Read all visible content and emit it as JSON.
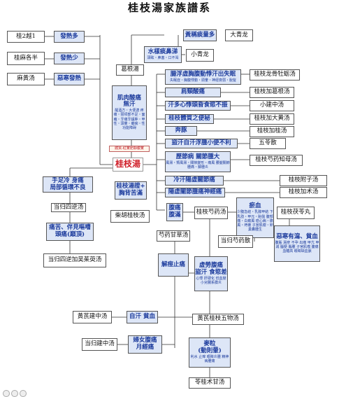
{
  "title": "桂枝湯家族譜系",
  "center": "桂枝湯",
  "center_note": "體質:紅實肥靜腹實",
  "nodes": {
    "guizhi2yue1": "桂2越1",
    "fahanduo": "發熱多",
    "guimaban": "桂麻各半",
    "fahanshao": "發熱少",
    "mahuangtang": "麻黃汤",
    "wuhanfare": "惡寒發熱",
    "huangqin": "黃稱痰量多",
    "daqinglong": "大青龙",
    "shuiyang_h": "水樣痰鼻涕",
    "shuiyang_s": "頭眩・鼻塞・口不渴",
    "xiaoqinglong": "小青龙",
    "gegentang": "葛根湯",
    "jirou_h": "肌肉酸痛",
    "jirou_h2": "無汗",
    "jirou_s": "醒酒方・大便溏 疼痛・頸項部不足・面瘫・牙痛牙龈肿・甲性・頭暈・癫痫・性功能障碍",
    "xiongbi_h": "腸浮虛胸腹動悸汗出失眠",
    "xiongbi_s": "失眠症・胸腹悸動・頭暈・神經衰弱・脫髮",
    "longgu": "桂枝龙骨牡蛎汤",
    "jianbei": "肩頸酸痛",
    "gejiagen": "桂枝加葛根汤",
    "hanbuzhi": "汗多心悸頭昏食慾不振",
    "xiaojianzhong": "小建中汤",
    "fuzhang": "桂枝體質之便秘",
    "dahuang": "桂枝加大黄汤",
    "bentun": "奔豚",
    "jiagui": "桂枝加桂汤",
    "xiaobian": "盜汗自汗浮腫小便不利",
    "wuling": "五苓散",
    "guanjie_h": "歷節病 關節腫大",
    "guanjie_s": "風濕・類風濕・關節變形・痛風 腰腿關節腫痛・腳腫炎",
    "zhimu": "桂枝芍药知母汤",
    "lenghan": "冷汗陽虛關節痛",
    "fuzi": "桂枝附子汤",
    "yangxu": "陽虛關節腫痛神經痛",
    "jiazhu": "桂枝加术汤",
    "shouzu_h": "手足冷 身痛",
    "shouzu_h2": "局部循環不良",
    "danggui_si": "当归四逆汤",
    "tongfeng_h": "痛苦、伴見嘔嘈",
    "tongfeng_h2": "頭痛(巔頂)",
    "danggui_wu": "当归四逆加吴茱萸汤",
    "chijing_h": "桂枝湯證+",
    "chijing_h2": "胸背苦滿",
    "chaihu": "柴胡桂枝汤",
    "futong_h": "腹痛",
    "futong_h2": "腹滿",
    "shaoyao": "桂枝芍药汤",
    "yuxue_h": "瘀血",
    "yuxue_s": "少腹急結・乳腺甲結 下乳肋・甲元・胎盤 腹部痛・白癜風 癌心病・痛風・痔瘡 子宮肌瘤・卵巢囊腫生",
    "fuling": "桂枝茯苓丸",
    "danggui_shaoyao": "当归芍药散",
    "ehan_h": "惡寒有瀉、貧血",
    "ehan_s": "腹脹 濕疹 不孕 出痛 甲亢 甲減 腦梗 腦腫 子宮肌瘤 腹痛 血糖高 眼睛缺血脈",
    "ganghao": "芍药甘草汤",
    "jiejing": "解痙止痛",
    "xuluo_h": "虚勞腹痛",
    "xuluo_h2": "盜汗 食慾差",
    "xuluo_s": "心悸 肝硬化 低血壓 小兒腸系膜炎",
    "huangqi_jz": "黃芪建中汤",
    "zihan": "自汗 貧血",
    "guizhiwuwu": "黃芪桂枝五物汤",
    "danggui_jz": "当归建中汤",
    "fukuan_h": "婦女腹痛",
    "fukuan_h2": "月經痛",
    "mengcha_h": "麥粒",
    "mengcha_h2": "(動則暈)",
    "mengcha_s": "利水 止痒 眼睛炎腫 精神病腫痛",
    "lingzhu": "苓桂术甘汤"
  },
  "colors": {
    "blue_box": "#dde6f7",
    "blue_text": "#1b3a9c",
    "red": "#d0202a"
  }
}
